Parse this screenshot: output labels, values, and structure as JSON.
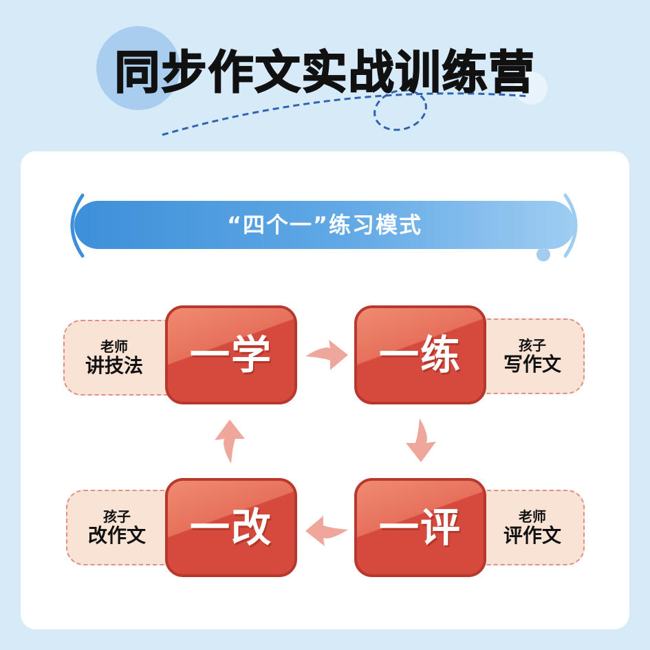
{
  "header": {
    "title": "同步作文实战训练营"
  },
  "banner": {
    "text": "“四个一”练习模式"
  },
  "steps": [
    {
      "label": "一学",
      "side_small": "老师",
      "side_big": "讲技法"
    },
    {
      "label": "一练",
      "side_small": "孩子",
      "side_big": "写作文"
    },
    {
      "label": "一评",
      "side_small": "老师",
      "side_big": "评作文"
    },
    {
      "label": "一改",
      "side_small": "孩子",
      "side_big": "改作文"
    }
  ],
  "colors": {
    "background": "#d6eaf8",
    "step_red": "#d64a3e",
    "side_fill": "#f9e3d5",
    "arrow": "#eea79a",
    "banner_start": "#3d8fd9",
    "banner_end": "#9fcdf2"
  },
  "icons": {
    "arrows": [
      "arrow-right-icon",
      "arrow-down-icon",
      "arrow-left-icon",
      "arrow-up-icon"
    ]
  }
}
